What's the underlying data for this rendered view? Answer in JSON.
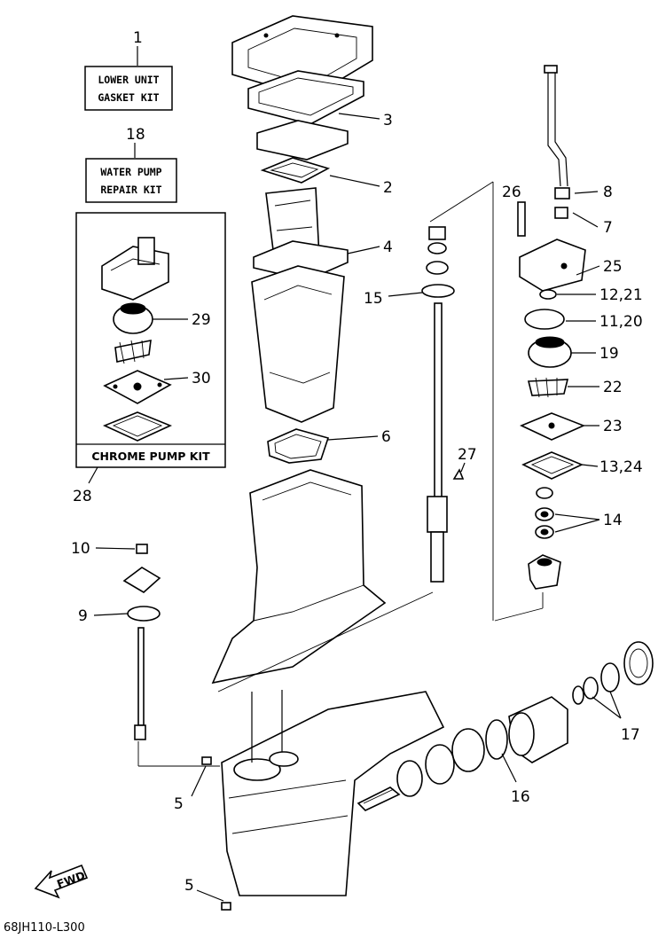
{
  "lower_unit_gasket_kit": {
    "number": "1",
    "line1": "LOWER UNIT",
    "line2": "GASKET KIT"
  },
  "water_pump_repair_kit": {
    "number": "18",
    "line1": "WATER PUMP",
    "line2": "REPAIR KIT"
  },
  "chrome_pump_kit": {
    "number": "28",
    "label": "CHROME PUMP KIT"
  },
  "callouts": {
    "c2": "2",
    "c3": "3",
    "c4": "4",
    "c5a": "5",
    "c5b": "5",
    "c6": "6",
    "c7": "7",
    "c8": "8",
    "c9": "9",
    "c10": "10",
    "c11_20": "11,20",
    "c12_21": "12,21",
    "c13_24": "13,24",
    "c14": "14",
    "c15": "15",
    "c16": "16",
    "c17": "17",
    "c19": "19",
    "c22": "22",
    "c23": "23",
    "c25": "25",
    "c26": "26",
    "c27": "27",
    "c29": "29",
    "c30": "30"
  },
  "fwd_label": "FWD",
  "diagram_code": "68JH110-L300"
}
